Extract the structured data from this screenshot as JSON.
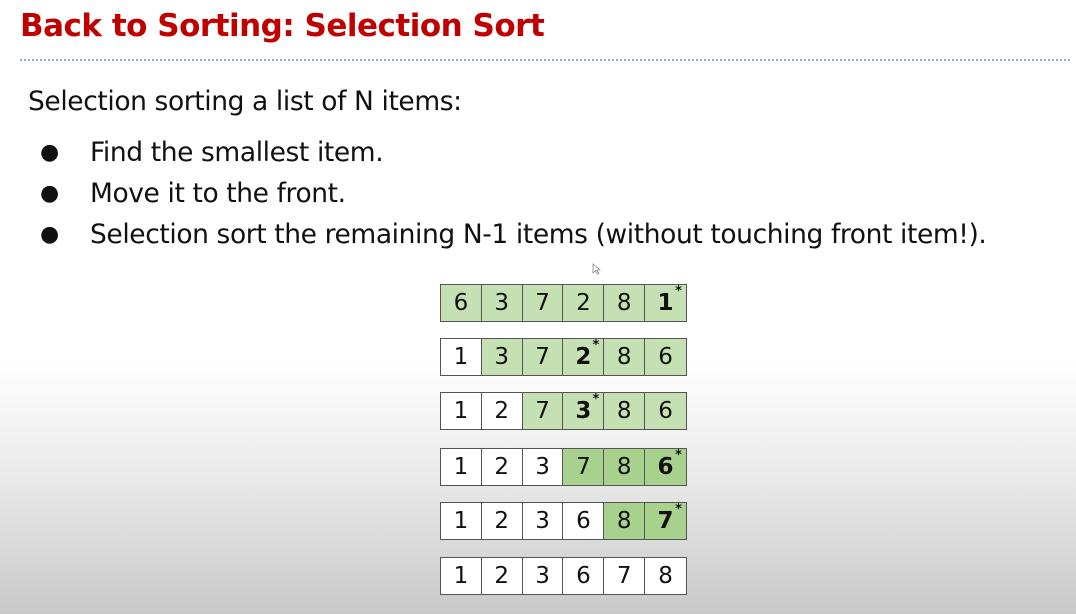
{
  "slide": {
    "title": "Back to Sorting: Selection Sort",
    "intro": "Selection sorting a list of N items:",
    "bullets": [
      "Find the smallest item.",
      "Move it to the front.",
      "Selection sort the remaining N-1 items (without touching front item!)."
    ],
    "bullet_glyph": "●"
  },
  "diagram": {
    "marker": "*",
    "rows": [
      {
        "values": [
          "6",
          "3",
          "7",
          "2",
          "8",
          "1"
        ],
        "sorted_count": 0,
        "min_index": 5
      },
      {
        "values": [
          "1",
          "3",
          "7",
          "2",
          "8",
          "6"
        ],
        "sorted_count": 1,
        "min_index": 3
      },
      {
        "values": [
          "1",
          "2",
          "7",
          "3",
          "8",
          "6"
        ],
        "sorted_count": 2,
        "min_index": 3
      },
      {
        "values": [
          "1",
          "2",
          "3",
          "7",
          "8",
          "6"
        ],
        "sorted_count": 3,
        "min_index": 5
      },
      {
        "values": [
          "1",
          "2",
          "3",
          "6",
          "8",
          "7"
        ],
        "sorted_count": 4,
        "min_index": 5
      },
      {
        "values": [
          "1",
          "2",
          "3",
          "6",
          "7",
          "8"
        ],
        "sorted_count": 6,
        "min_index": -1
      }
    ]
  },
  "colors": {
    "title": "#c00000",
    "remaining": "#c5e0b3",
    "remaining_dark": "#a9d18e",
    "sorted": "#ffffff"
  }
}
